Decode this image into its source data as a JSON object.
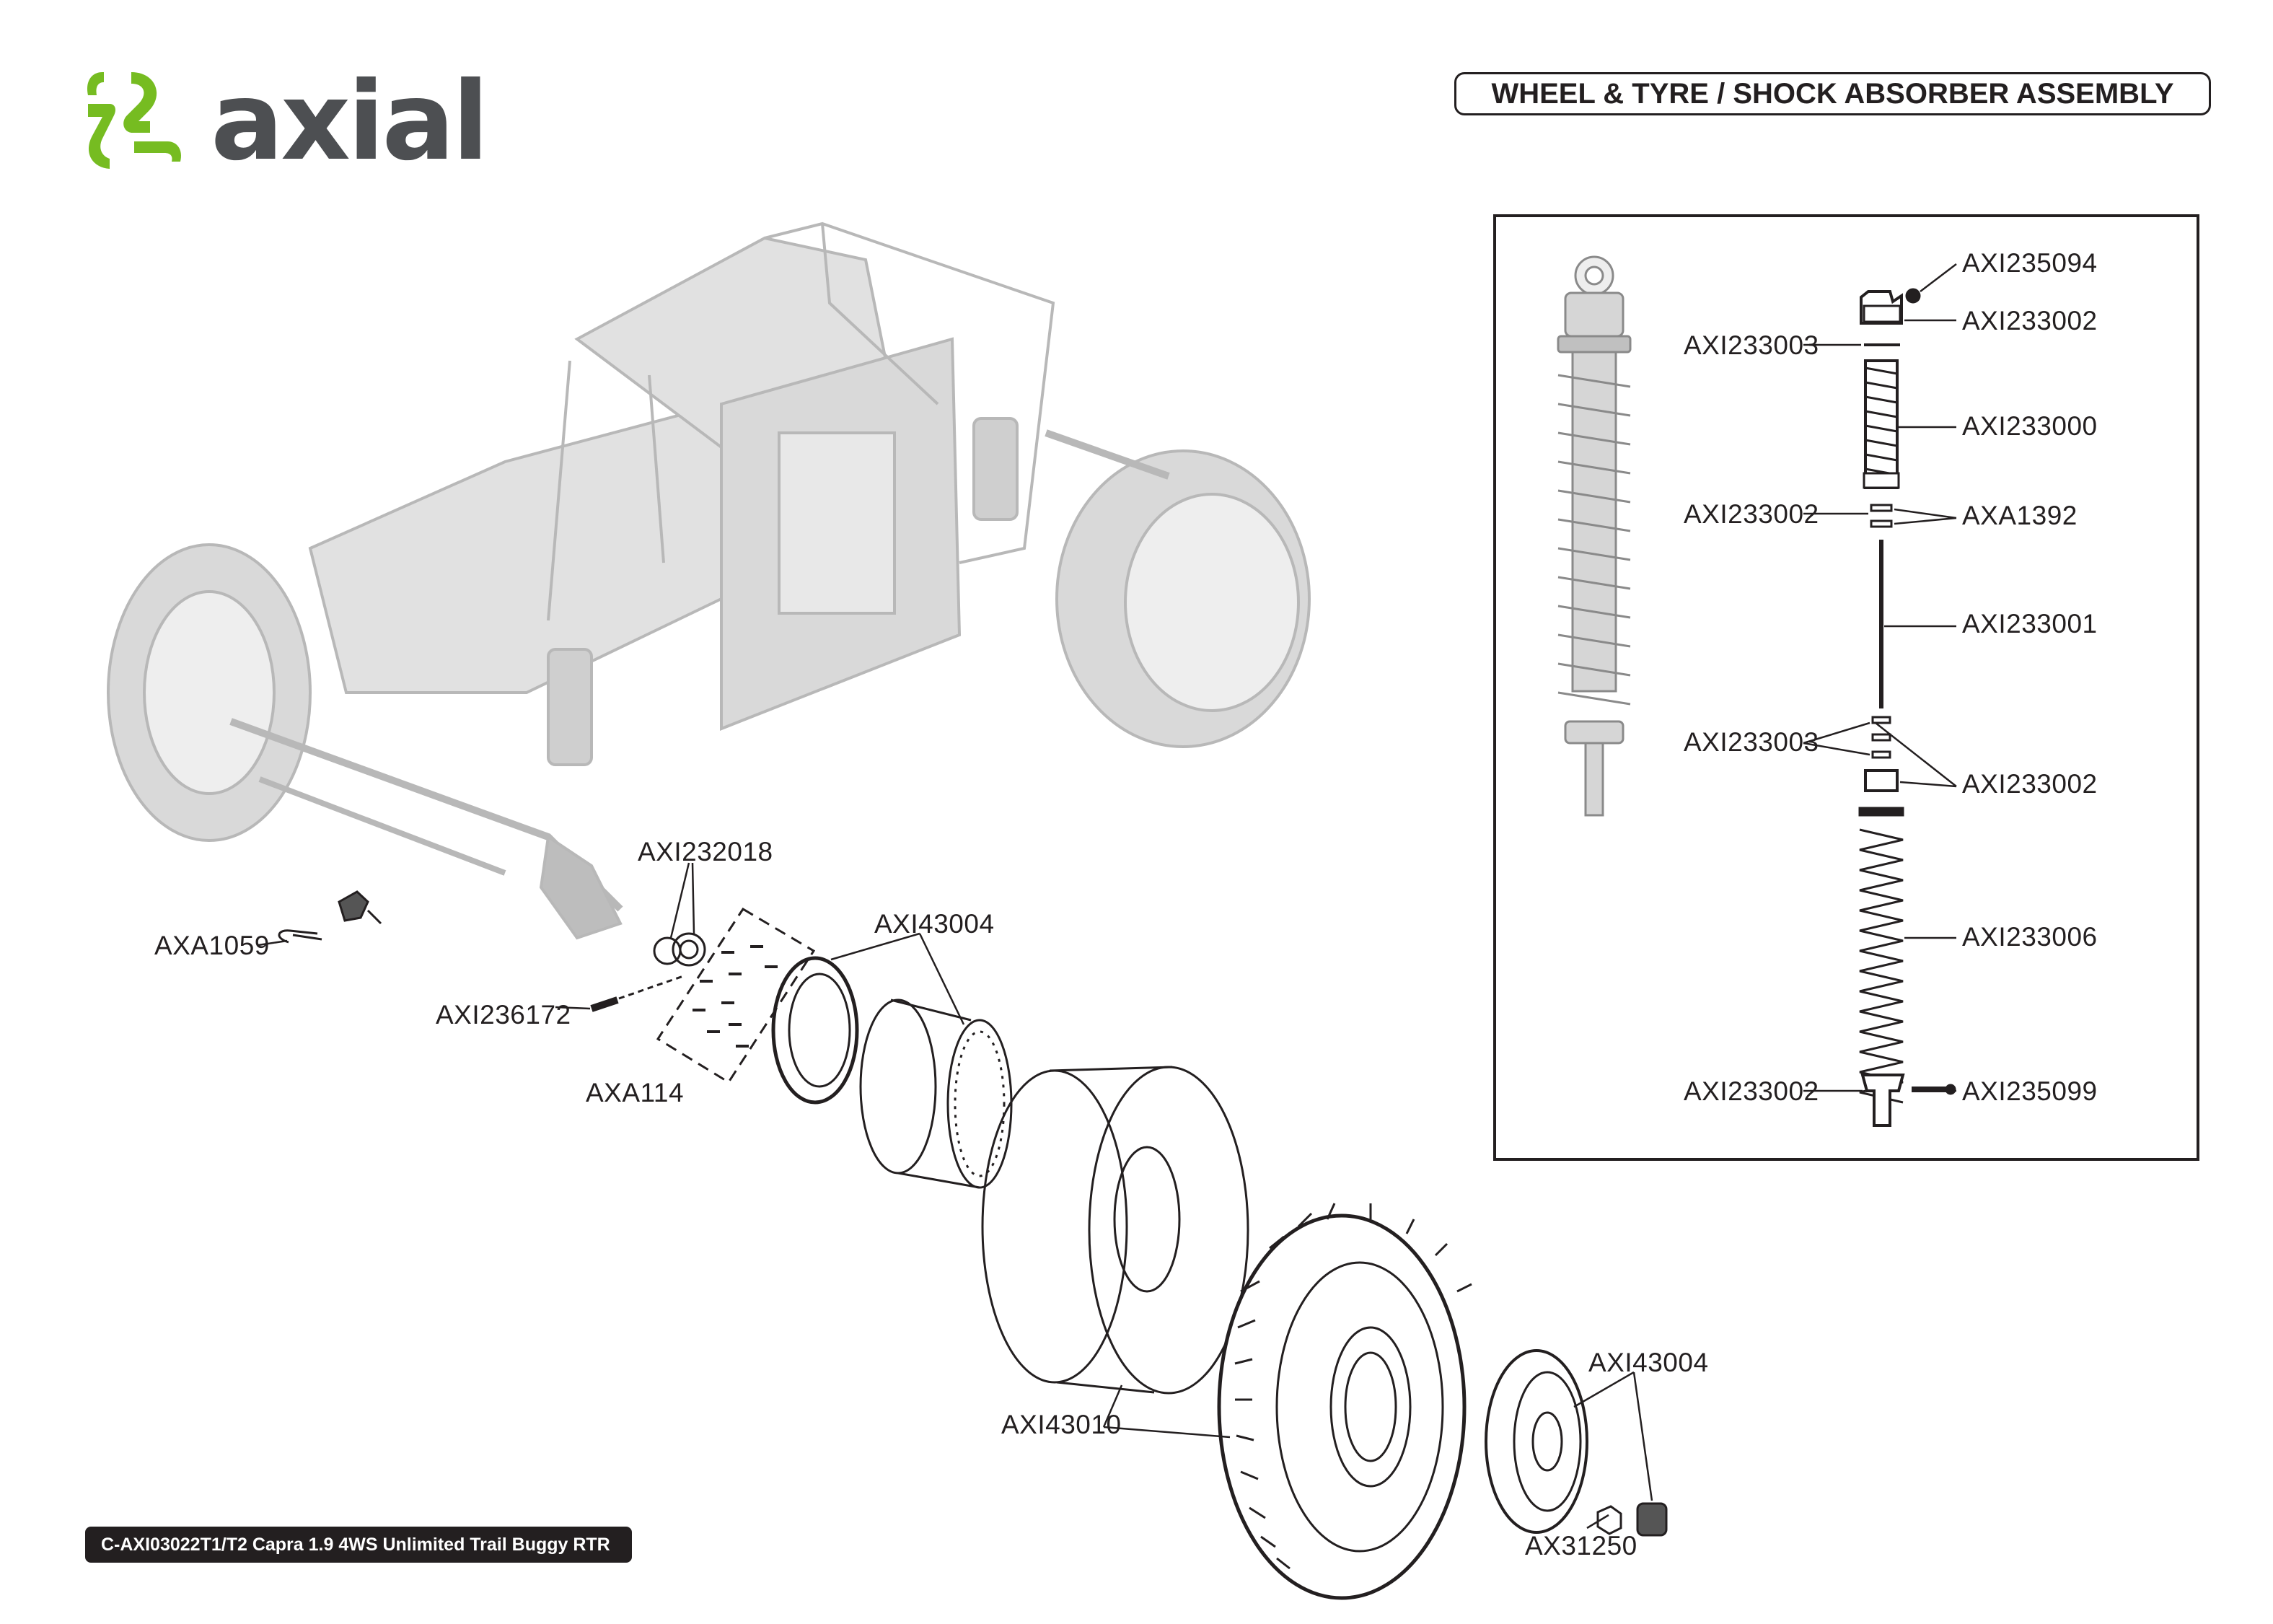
{
  "brand": {
    "name": "axial",
    "logo_color": "#76bc21",
    "text_color": "#4d4f52"
  },
  "header": {
    "title": "WHEEL & TYRE / SHOCK ABSORBER ASSEMBLY"
  },
  "footer": {
    "text": "C-AXI03022T1/T2 Capra 1.9 4WS Unlimited Trail Buggy RTR"
  },
  "labels": {
    "axi232018": "AXI232018",
    "axa1059": "AXA1059",
    "axi236172": "AXI236172",
    "axa114": "AXA114",
    "axi43004_rim": "AXI43004",
    "axi43010": "AXI43010",
    "axi43004_beadlock": "AXI43004",
    "ax31250": "AX31250"
  },
  "shock_labels": {
    "axi235094": "AXI235094",
    "axi233002_cap": "AXI233002",
    "axi233003_top": "AXI233003",
    "axi233000": "AXI233000",
    "axi233002_mid": "AXI233002",
    "axa1392": "AXA1392",
    "axi233001": "AXI233001",
    "axi233003_bottom": "AXI233003",
    "axi233002_lower": "AXI233002",
    "axi233006": "AXI233006",
    "axi233002_end": "AXI233002",
    "axi235099": "AXI235099"
  }
}
